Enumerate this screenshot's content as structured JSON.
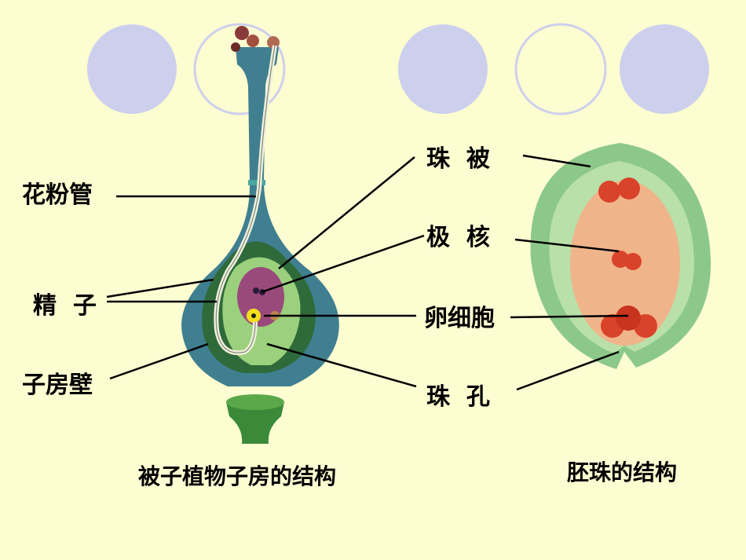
{
  "labels": {
    "pollen_tube": "花粉管",
    "sperm": "精  子",
    "ovary_wall": "子房壁",
    "integument": "珠  被",
    "polar_nuclei": "极  核",
    "egg_cell": "卵细胞",
    "micropyle": "珠  孔"
  },
  "captions": {
    "ovary": "被子植物子房的结构",
    "ovule": "胚珠的结构"
  },
  "colors": {
    "background": "#fdfdd2",
    "circle_fill": "#cdd0ec",
    "ovary_outer": "#3f7f90",
    "ovary_inner": "#2f6a3a",
    "integument": "#a8d79c",
    "embryo_sac": "#f0b48a",
    "cell_red": "#d9432a"
  }
}
